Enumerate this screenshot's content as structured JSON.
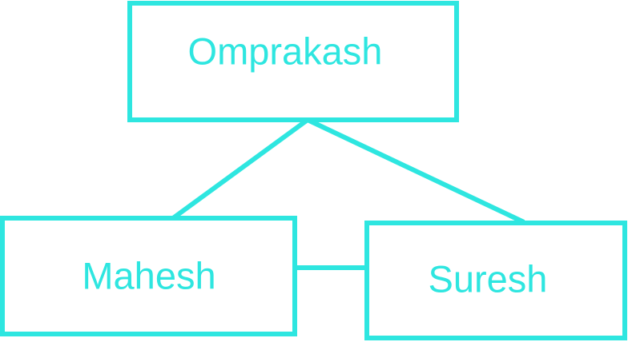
{
  "diagram": {
    "colors": {
      "stroke": "#2ee6e0",
      "text": "#2ee6e0",
      "background": "#ffffff"
    },
    "nodes": {
      "root": {
        "label": "Omprakash"
      },
      "left": {
        "label": "Mahesh"
      },
      "right": {
        "label": "Suresh"
      }
    }
  }
}
